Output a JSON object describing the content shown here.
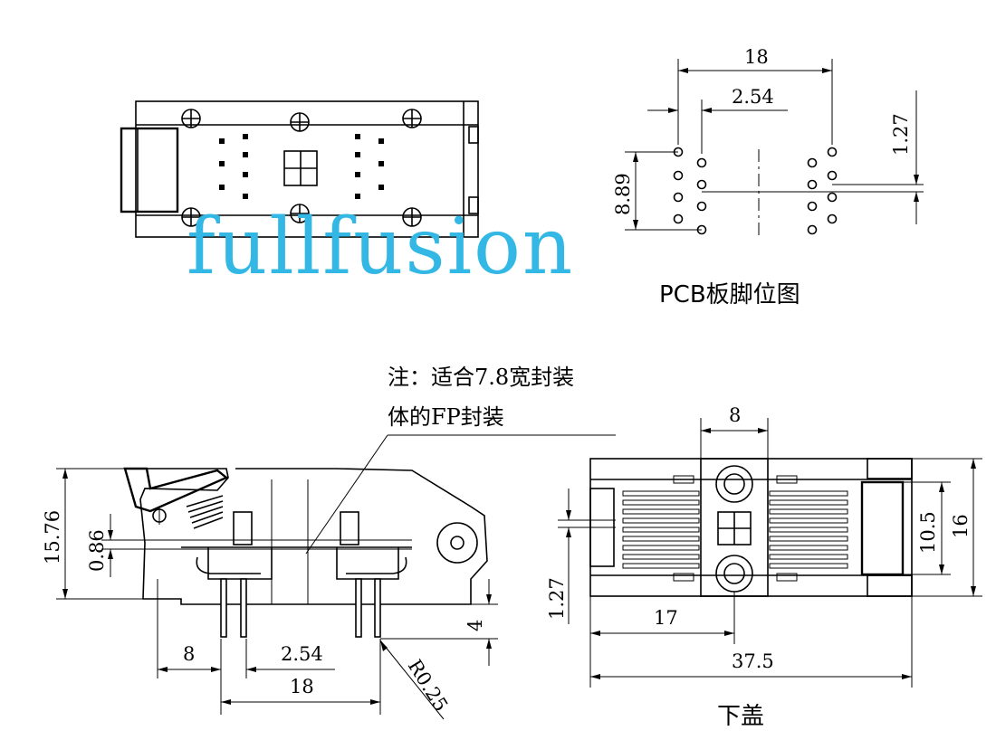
{
  "top_right": {
    "title": "PCB板脚位图",
    "dim_18": "18",
    "dim_254": "2.54",
    "dim_127": "1.27",
    "dim_889": "8.89"
  },
  "watermark": "fullfusion",
  "note": {
    "line1": "注：适合7.8宽封装",
    "line2": "体的FP封装"
  },
  "side_view": {
    "dim_1576": "15.76",
    "dim_086": "0.86",
    "dim_8": "8",
    "dim_254": "2.54",
    "dim_18": "18",
    "dim_4": "4",
    "dim_r025": "R0.25"
  },
  "bottom_view": {
    "dim_8": "8",
    "dim_105": "10.5",
    "dim_16": "16",
    "dim_127": "1.27",
    "dim_17": "17",
    "dim_375": "37.5",
    "title": "下盖"
  }
}
